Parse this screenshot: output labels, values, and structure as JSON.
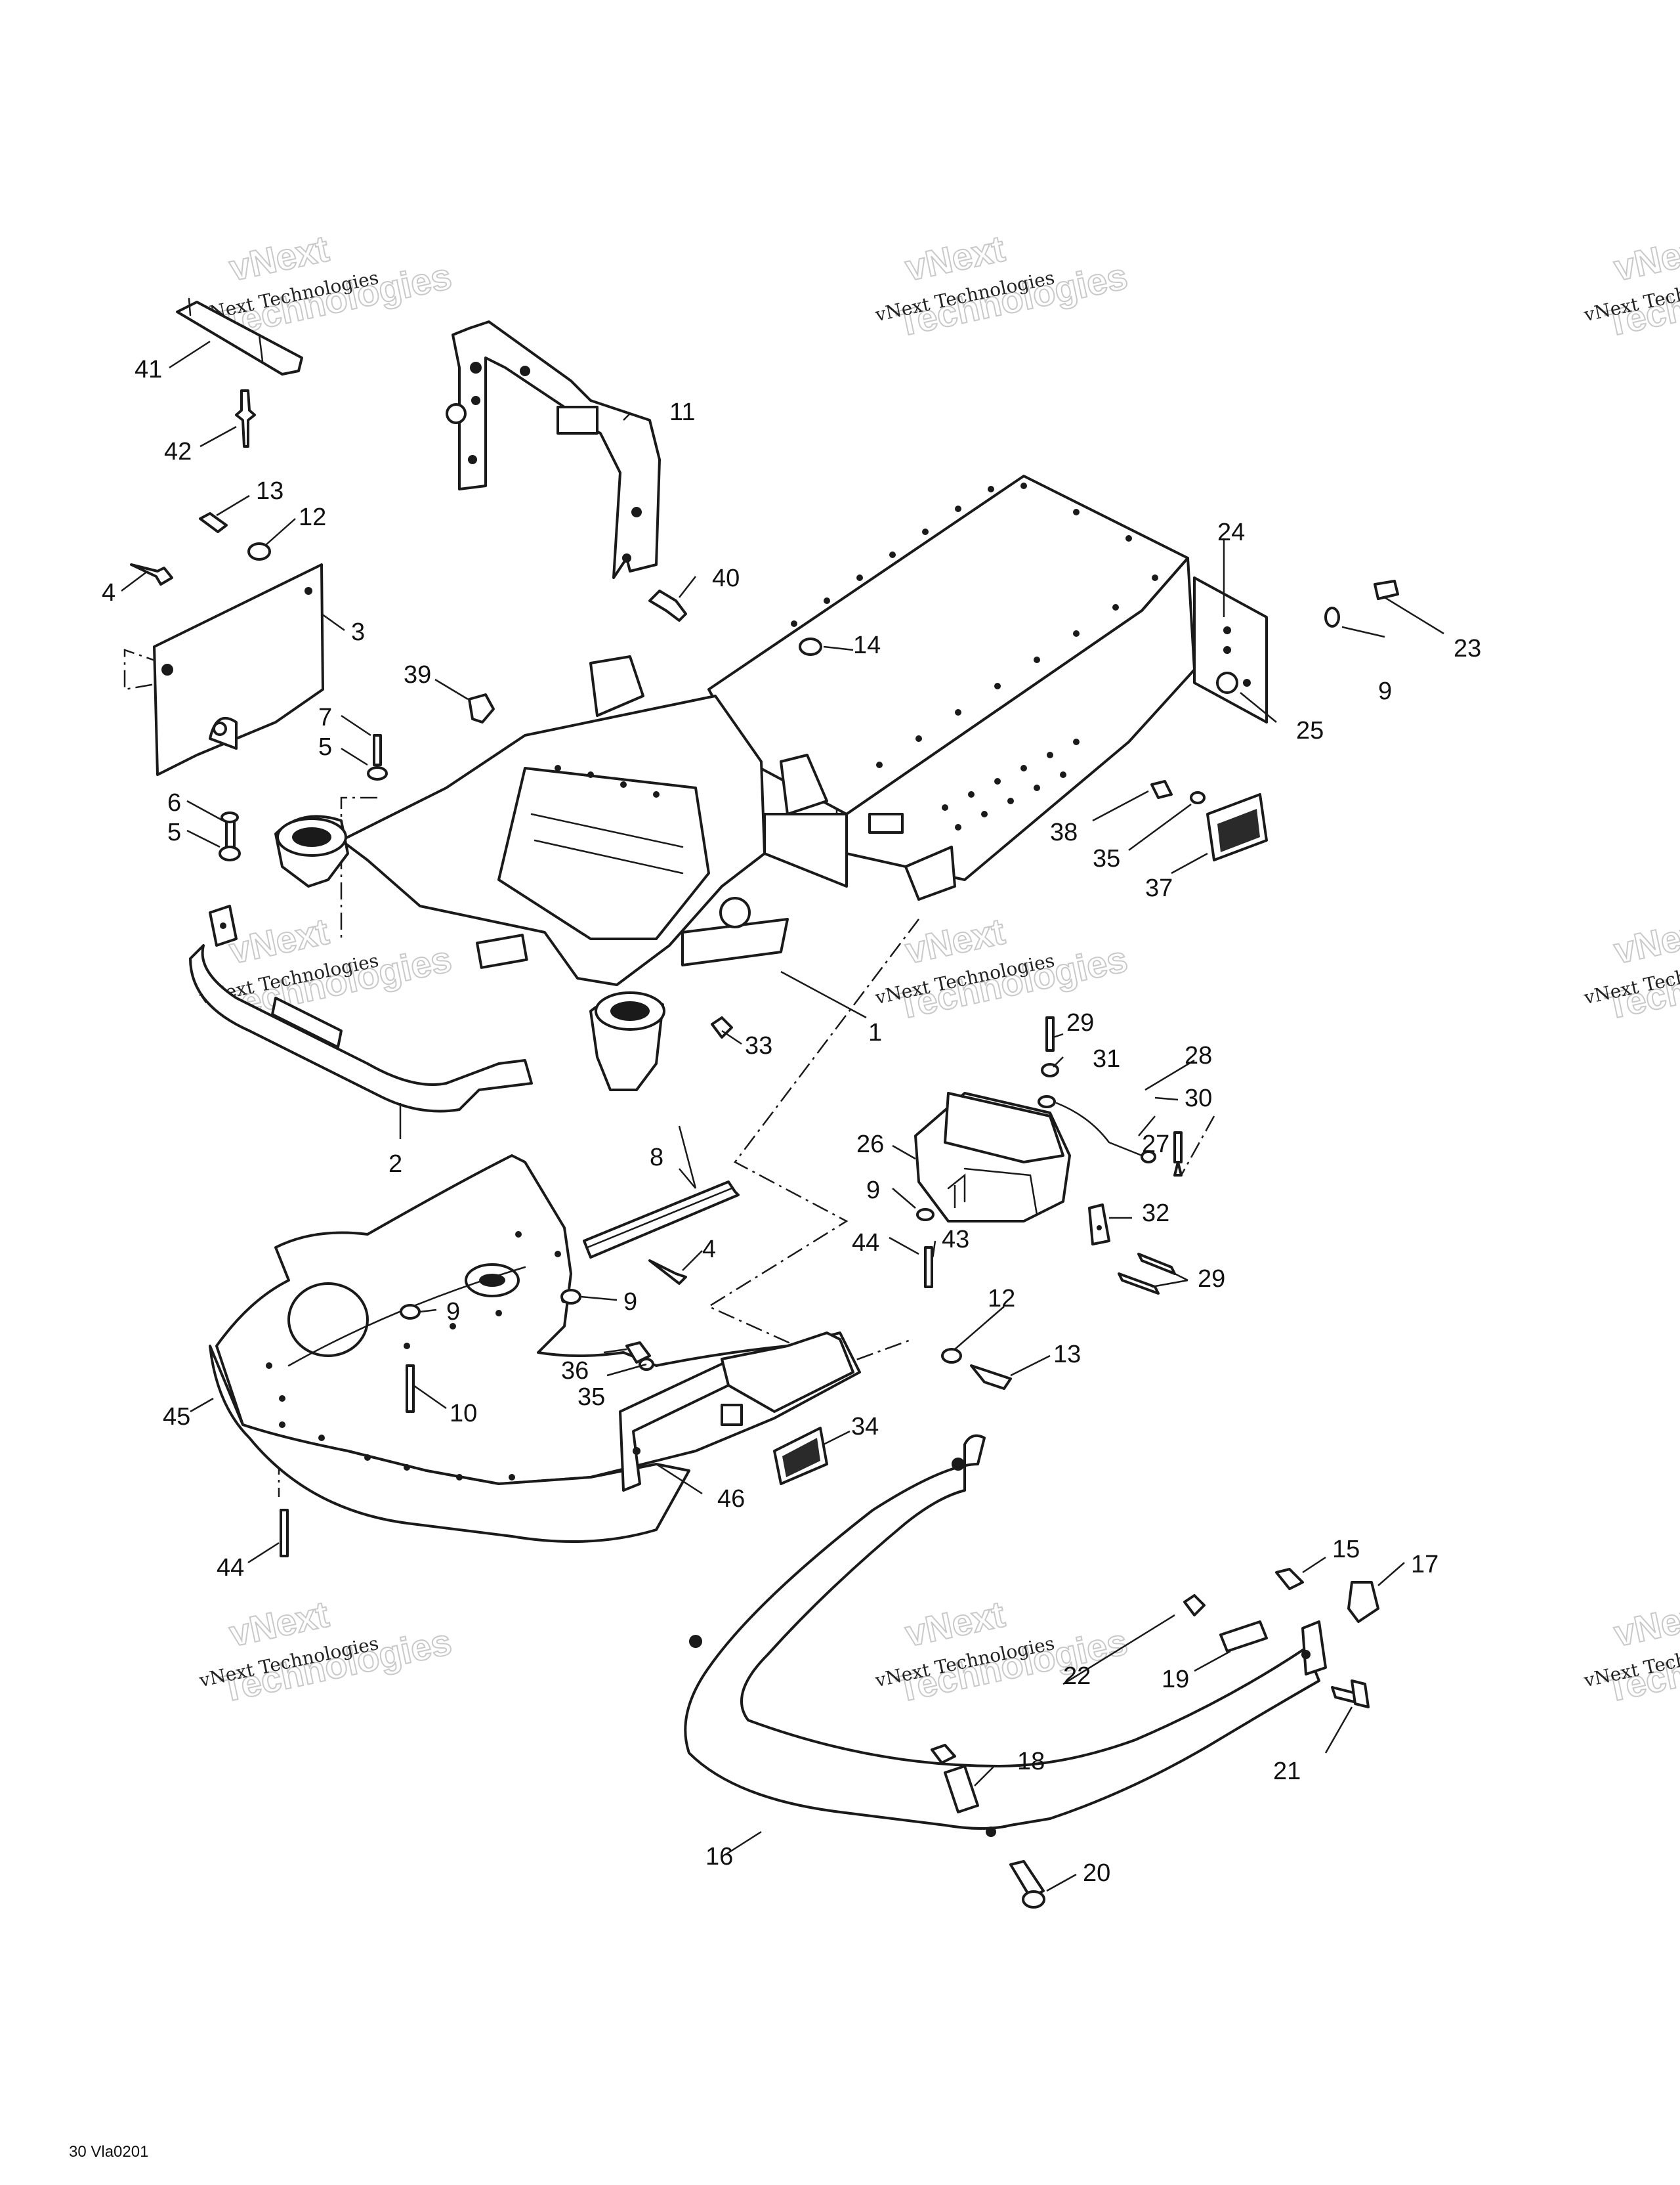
{
  "figure_id": "30 Vla0201",
  "watermark": {
    "line1": "vNext Technologies",
    "line2": "vNext",
    "line3": "Technologies"
  },
  "callouts": [
    "1",
    "2",
    "3",
    "4",
    "4",
    "5",
    "5",
    "6",
    "7",
    "8",
    "9",
    "9",
    "9",
    "9",
    "10",
    "11",
    "12",
    "12",
    "13",
    "13",
    "14",
    "15",
    "16",
    "17",
    "18",
    "19",
    "20",
    "21",
    "22",
    "23",
    "24",
    "25",
    "26",
    "27",
    "28",
    "29",
    "29",
    "30",
    "31",
    "32",
    "33",
    "34",
    "35",
    "35",
    "36",
    "37",
    "38",
    "39",
    "40",
    "41",
    "42",
    "43",
    "44",
    "44",
    "45",
    "46"
  ],
  "colors": {
    "ink": "#1a1a1a",
    "paper": "#ffffff",
    "watermark": "#c9c9c9"
  }
}
